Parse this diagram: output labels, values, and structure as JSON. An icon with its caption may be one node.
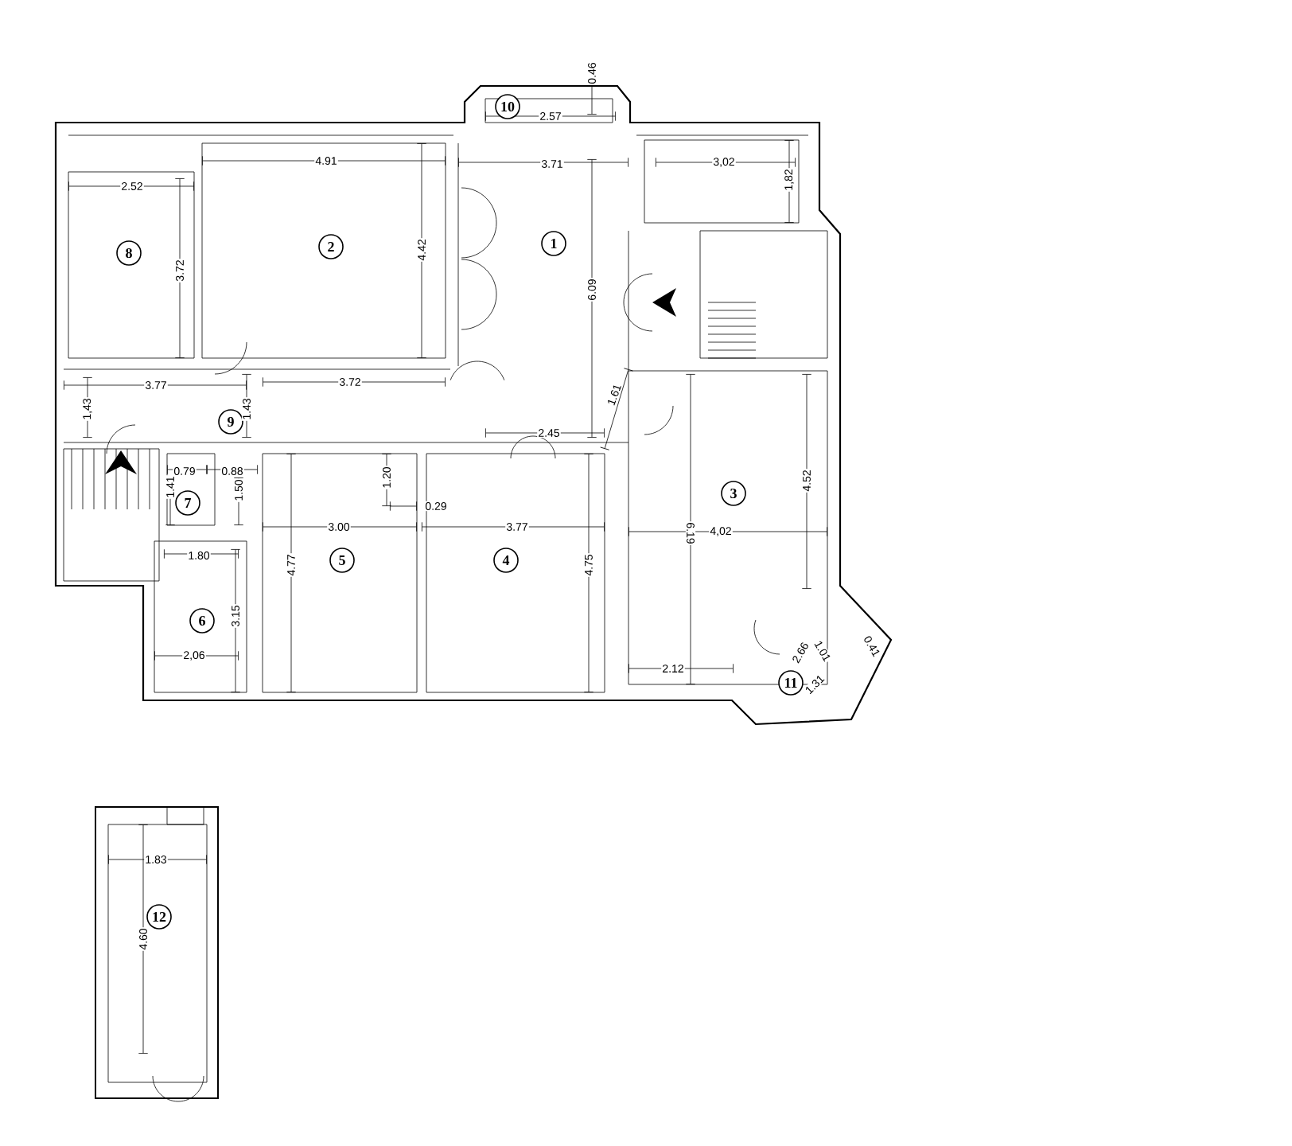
{
  "diagram": {
    "nodes": [
      {
        "text": [
          "1"
        ]
      },
      {
        "text": [
          "2"
        ]
      },
      {
        "text": [
          "3"
        ]
      },
      {
        "text": [
          "4"
        ]
      },
      {
        "text": [
          "5"
        ]
      },
      {
        "text": [
          "6"
        ]
      },
      {
        "text": [
          "7"
        ]
      },
      {
        "text": [
          "8"
        ]
      },
      {
        "text": [
          "9"
        ]
      },
      {
        "text": [
          "10"
        ]
      },
      {
        "text": [
          "11"
        ]
      },
      {
        "text": [
          "12"
        ]
      }
    ],
    "labels": [
      "0.46",
      "2.57",
      "4.91",
      "3.71",
      "3,02",
      "1,82",
      "2.52",
      "3.72",
      "4.42",
      "6.09",
      "3.77",
      "3.72",
      "1,43",
      "1.43",
      "1.61",
      "2.45",
      "0.79",
      "0.88",
      "1.41",
      "1.50",
      "1.20",
      "0.29",
      "3.00",
      "3.77",
      "1.80",
      "4.77",
      "4.75",
      "6.19",
      "4.52",
      "4,02",
      "3.15",
      "2,06",
      "2.12",
      "2.66",
      "1.01",
      "0.41",
      "1.31",
      "1.83",
      "4.60"
    ]
  }
}
